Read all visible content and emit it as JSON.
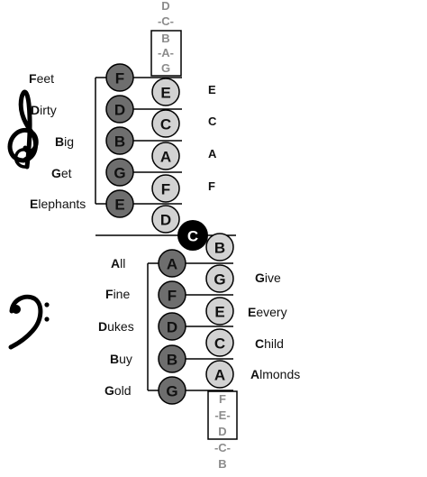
{
  "treble": {
    "clef_icon": "treble-clef-icon",
    "lines": [
      {
        "note": "F",
        "initial": "F",
        "rest": "eet"
      },
      {
        "note": "D",
        "initial": "D",
        "rest": "irty"
      },
      {
        "note": "B",
        "initial": "B",
        "rest": "ig"
      },
      {
        "note": "G",
        "initial": "G",
        "rest": "et"
      },
      {
        "note": "E",
        "initial": "E",
        "rest": "lephants"
      }
    ],
    "spaces": [
      "E",
      "C",
      "A",
      "F",
      "D"
    ],
    "space_letters": [
      "E",
      "C",
      "A",
      "F"
    ],
    "ledger_above": [
      "D",
      "-C-",
      "B",
      "-A-",
      "G"
    ]
  },
  "middle_c": "C",
  "bass": {
    "clef_icon": "bass-clef-icon",
    "lines": [
      {
        "note": "A",
        "initial": "A",
        "rest": "ll"
      },
      {
        "note": "F",
        "initial": "F",
        "rest": "ine"
      },
      {
        "note": "D",
        "initial": "D",
        "rest": "ukes"
      },
      {
        "note": "B",
        "initial": "B",
        "rest": "uy"
      },
      {
        "note": "G",
        "initial": "G",
        "rest": "old"
      }
    ],
    "spaces": [
      {
        "note": "B",
        "initial": "",
        "rest": ""
      },
      {
        "note": "G",
        "initial": "G",
        "rest": "ive"
      },
      {
        "note": "E",
        "initial": "E",
        "rest": "every"
      },
      {
        "note": "C",
        "initial": "C",
        "rest": "hild"
      },
      {
        "note": "A",
        "initial": "A",
        "rest": "lmonds"
      }
    ],
    "ledger_below": [
      "F",
      "-E-",
      "D",
      "-C-",
      "B"
    ]
  },
  "colors": {
    "line_note": "#6e6e6e",
    "space_note": "#d2d2d2",
    "middle_c": "#000000",
    "ledger_text": "#8c8c8c"
  }
}
